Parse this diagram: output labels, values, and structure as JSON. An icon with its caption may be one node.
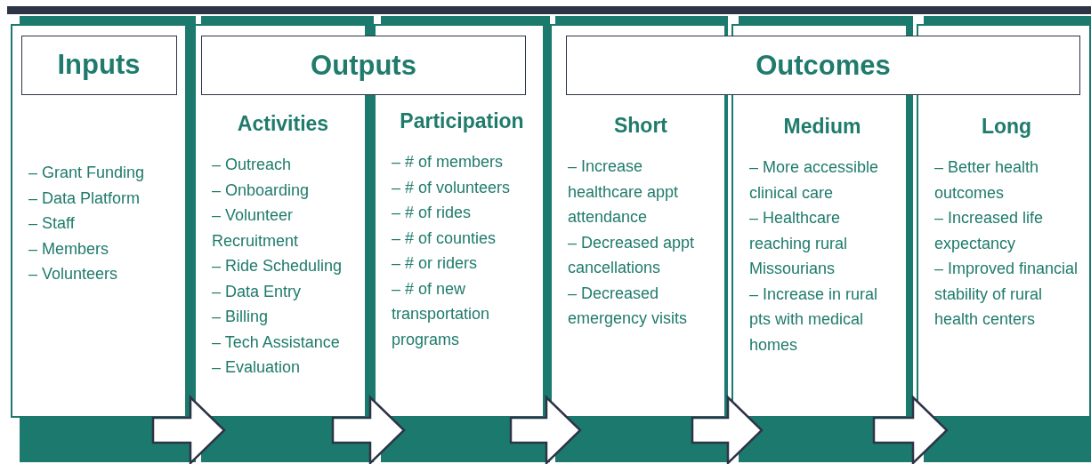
{
  "diagram": {
    "nodes": [
      {
        "text": [
          "Inputs"
        ],
        "in": 3
      },
      {
        "text": [
          "Outputs"
        ]
      },
      {
        "text": [
          "Outcomes"
        ]
      },
      {
        "text": [
          "– Grant Funding",
          "– Data Platform",
          "– Staff",
          "– Members",
          "– Volunteers"
        ]
      },
      {
        "text": [
          "Activities",
          "– Outreach",
          "– Onboarding",
          "– Volunteer Recruitment",
          "– Ride Scheduling",
          "– Data Entry",
          "– Billing",
          "– Tech Assistance",
          "– Evaluation"
        ]
      },
      {
        "text": [
          "Participation",
          "– # of members",
          "– # of volunteers",
          "– # of rides",
          "– # of counties",
          "– # or riders",
          "– # of new transportation programs"
        ]
      },
      {
        "text": [
          "Short",
          "– Increase healthcare appt attendance",
          "– Decreased appt cancellations",
          "– Decreased emergency visits"
        ]
      },
      {
        "text": [
          "Medium",
          "– More accessible clinical care",
          "– Healthcare reaching rural Missourians",
          "– Increase in rural pts with medical homes"
        ]
      },
      {
        "text": [
          "Long",
          "– Better health outcomes",
          "– Increased life expectancy",
          "– Improved financial stability of rural health centers"
        ]
      }
    ],
    "edges": [
      {
        "from": 3,
        "to": 4,
        "arrow": "to"
      },
      {
        "from": 4,
        "to": 5,
        "arrow": "to"
      },
      {
        "from": 5,
        "to": 6,
        "arrow": "to"
      },
      {
        "from": 6,
        "to": 7,
        "arrow": "to"
      },
      {
        "from": 7,
        "to": 8,
        "arrow": "to"
      }
    ]
  }
}
